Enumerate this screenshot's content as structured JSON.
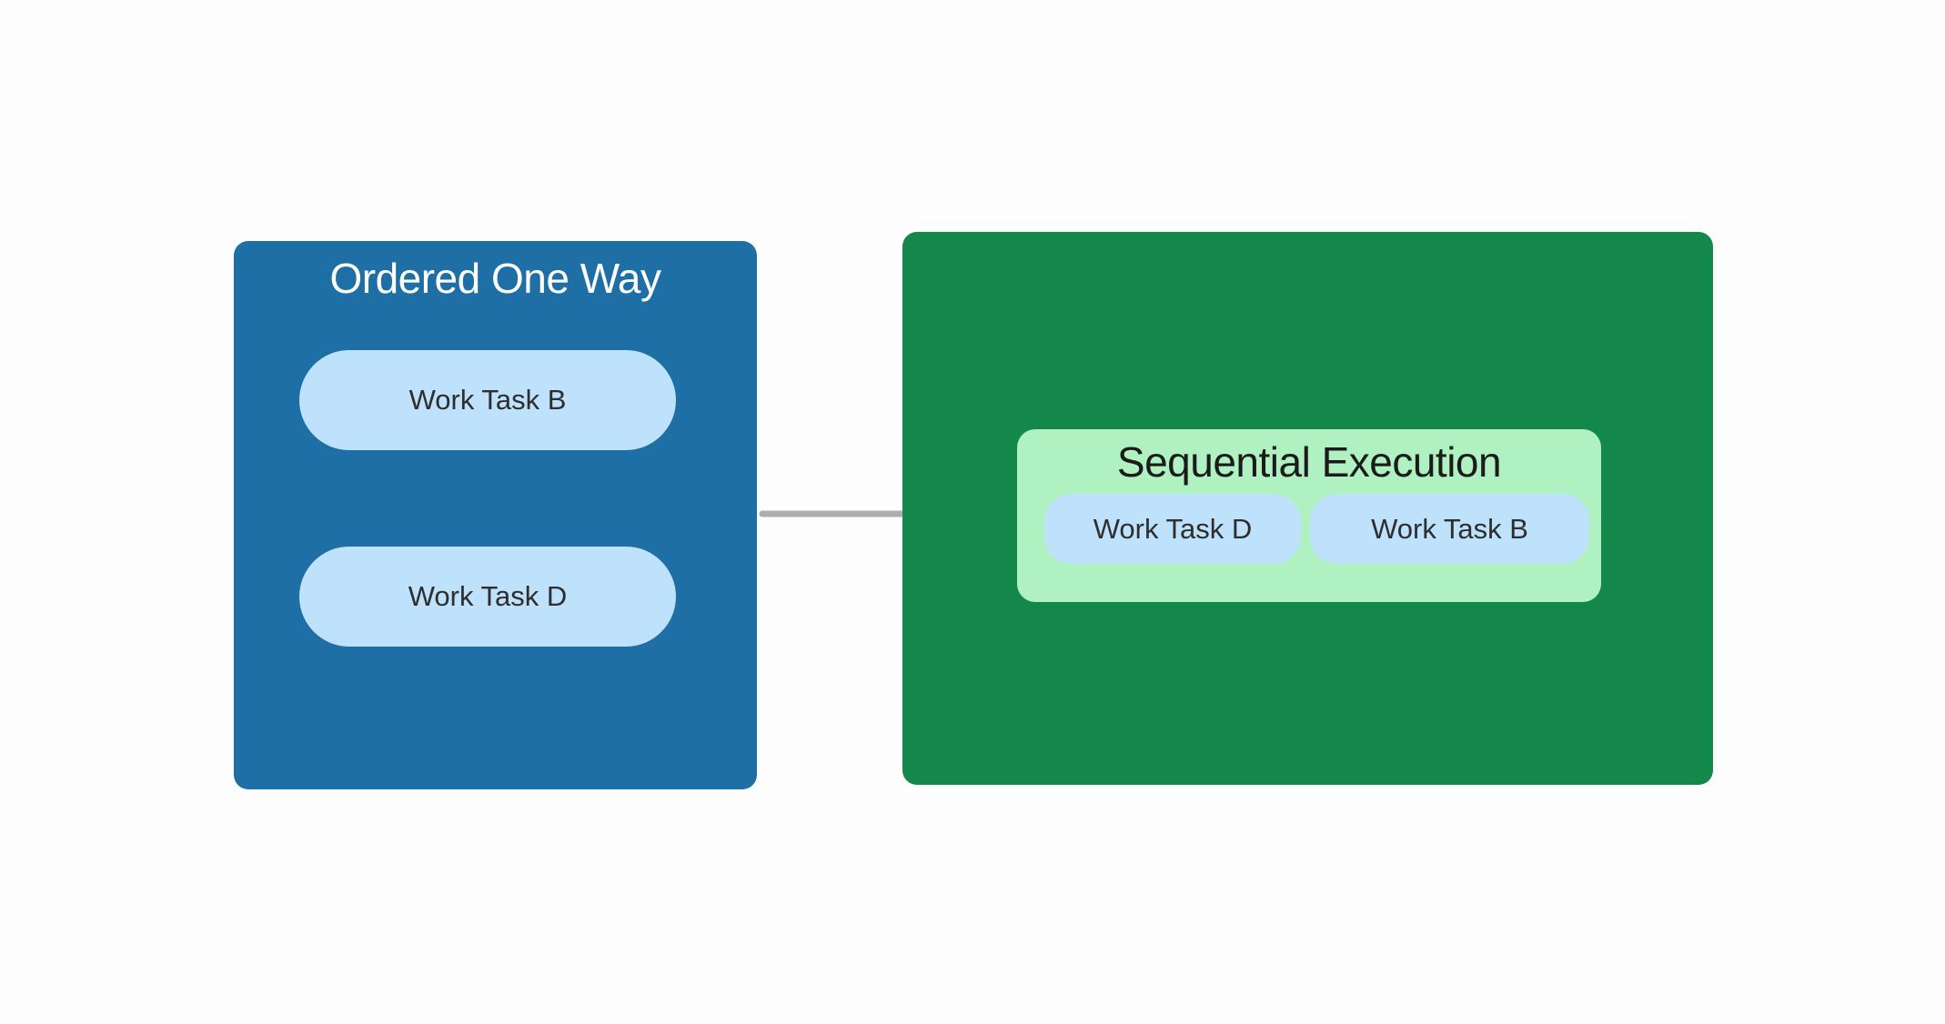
{
  "colors": {
    "canvas_bg": "#fdfdfd",
    "blue_group": "#1e6fa5",
    "green_group": "#13884a",
    "panel_green": "#b0f1c2",
    "pill_blue": "#bfe2fc",
    "pill_text": "#2e2e2e",
    "title_dark": "#1b1b1b",
    "title_light": "#ffffff",
    "arrow_gray": "#adadad"
  },
  "left_group": {
    "title": "Ordered One Way",
    "tasks": [
      "Work Task B",
      "Work Task D"
    ]
  },
  "arrow": {
    "direction": "right"
  },
  "right_group": {
    "panel_title": "Sequential Execution",
    "tasks": [
      "Work Task D",
      "Work Task B"
    ]
  }
}
